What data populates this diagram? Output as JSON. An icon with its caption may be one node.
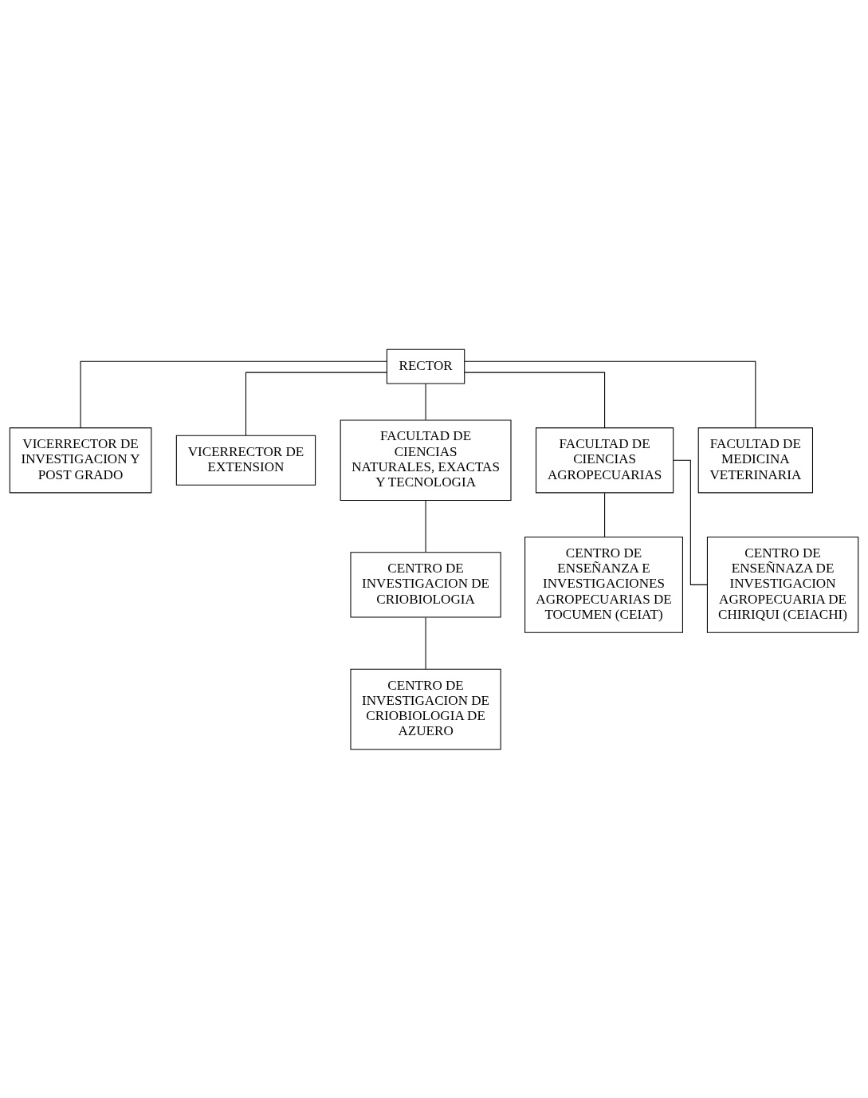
{
  "diagram": {
    "nodes": [
      {
        "text": [
          "RECTOR"
        ]
      },
      {
        "text": [
          "VICERRECTOR DE INVESTIGACION Y POST GRADO"
        ]
      },
      {
        "text": [
          "VICERRECTOR DE EXTENSION"
        ]
      },
      {
        "text": [
          "FACULTAD DE CIENCIAS NATURALES, EXACTAS Y TECNOLOGIA"
        ]
      },
      {
        "text": [
          "FACULTAD DE CIENCIAS AGROPECUARIAS"
        ]
      },
      {
        "text": [
          "FACULTAD DE MEDICINA VETERINARIA"
        ]
      },
      {
        "text": [
          "CENTRO DE INVESTIGACION DE CRIOBIOLOGIA"
        ]
      },
      {
        "text": [
          "CENTRO DE ENSEÑANZA E INVESTIGACIONES AGROPECUARIAS DE TOCUMEN (CEIAT)"
        ]
      },
      {
        "text": [
          "CENTRO DE ENSEÑNAZA DE INVESTIGACION AGROPECUARIA DE CHIRIQUI (CEIACHI)"
        ]
      },
      {
        "text": [
          "CENTRO DE INVESTIGACION DE CRIOBIOLOGIA DE AZUERO"
        ]
      }
    ],
    "edges": [
      {
        "from": 0,
        "to": 1,
        "arrow": "none"
      },
      {
        "from": 0,
        "to": 2,
        "arrow": "none"
      },
      {
        "from": 0,
        "to": 3,
        "arrow": "none"
      },
      {
        "from": 0,
        "to": 4,
        "arrow": "none"
      },
      {
        "from": 0,
        "to": 5,
        "arrow": "none"
      },
      {
        "from": 3,
        "to": 6,
        "arrow": "none"
      },
      {
        "from": 4,
        "to": 7,
        "arrow": "none"
      },
      {
        "from": 4,
        "to": 8,
        "arrow": "none"
      },
      {
        "from": 6,
        "to": 9,
        "arrow": "none"
      }
    ]
  }
}
